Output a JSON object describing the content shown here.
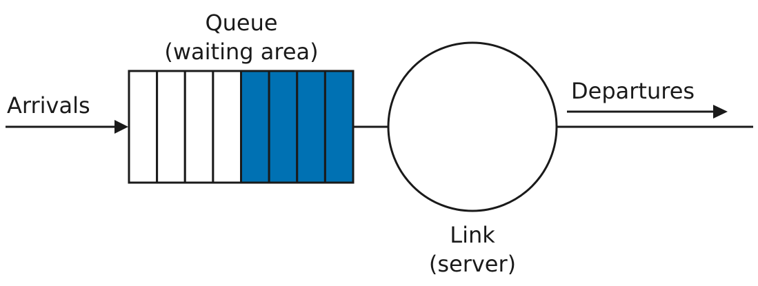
{
  "queue": {
    "title": "Queue",
    "subtitle": "(waiting area)",
    "total_slots": 8,
    "filled_slots": 4,
    "empty_color": "#ffffff",
    "filled_color": "#0071b3"
  },
  "arrivals": {
    "label": "Arrivals"
  },
  "departures": {
    "label": "Departures"
  },
  "link": {
    "title": "Link",
    "subtitle": "(server)"
  },
  "colors": {
    "stroke": "#1a1a1a",
    "background": "#ffffff"
  }
}
